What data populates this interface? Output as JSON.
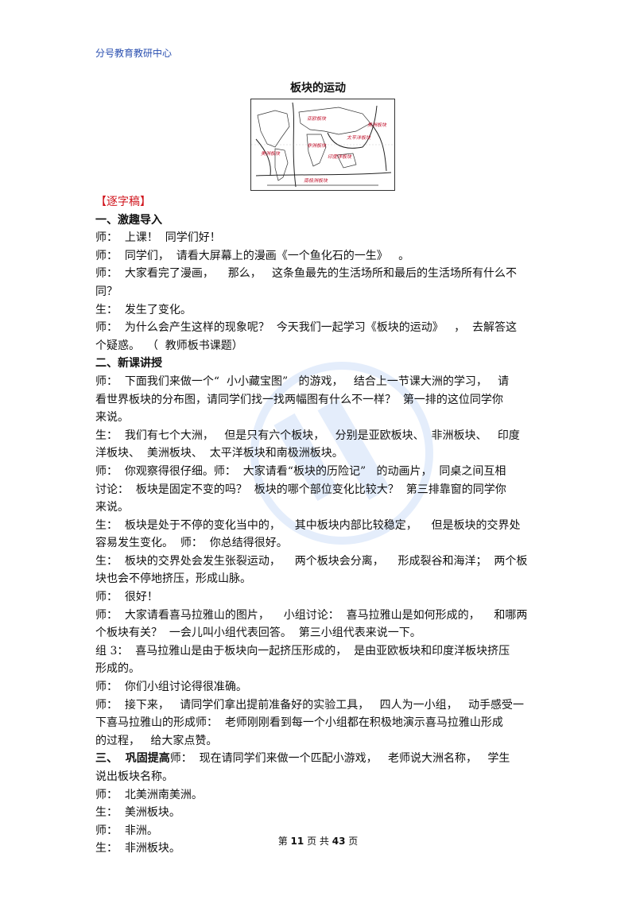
{
  "header": {
    "org": "分号教育教研中心"
  },
  "title": "板块的运动",
  "map": {
    "labels": [
      "亚欧板块",
      "美洲板块",
      "非洲板块",
      "太平洋板块",
      "印度洋板块",
      "南极洲板块",
      "美洲板块"
    ]
  },
  "body": {
    "lines": [
      {
        "parts": [
          {
            "text": "【逐字稿】",
            "style": "section-label"
          }
        ]
      },
      {
        "parts": [
          {
            "text": "一、激趣导入",
            "style": "heading"
          }
        ]
      },
      {
        "parts": [
          {
            "text": "师：  上课！  同学们好！"
          }
        ]
      },
      {
        "parts": [
          {
            "text": "师：  同学们，  请看大屏幕上的漫画《一个鱼化石的一生》   。"
          }
        ]
      },
      {
        "parts": [
          {
            "text": "师：  大家看完了漫画，    那么，   这条鱼最先的生活场所和最后的生活场所有什么不"
          }
        ]
      },
      {
        "parts": [
          {
            "text": "同？"
          }
        ]
      },
      {
        "parts": [
          {
            "text": "生：  发生了变化。"
          }
        ]
      },
      {
        "parts": [
          {
            "text": "师：  为什么会产生这样的现象呢？  今天我们一起学习《板块的运动》   ，  去解答这"
          }
        ]
      },
      {
        "parts": [
          {
            "text": "个疑惑。  （  教师板书课题）"
          }
        ]
      },
      {
        "parts": [
          {
            "text": "二、新课讲授",
            "style": "heading"
          }
        ]
      },
      {
        "parts": [
          {
            "text": "师：  下面我们来做一个“  小小藏宝图”   的游戏，   结合上一节课大洲的学习，   请"
          }
        ]
      },
      {
        "parts": [
          {
            "text": "看世界板块的分布图，请同学们找一找两幅图有什么不一样？  第一排的这位同学你"
          }
        ]
      },
      {
        "parts": [
          {
            "text": "来说。"
          }
        ]
      },
      {
        "parts": [
          {
            "text": "生：  我们有七个大洲，   但是只有六个板块，   分别是亚欧板块、  非洲板块、   印度"
          }
        ]
      },
      {
        "parts": [
          {
            "text": "洋板块、  美洲板块、  太平洋板块和南极洲板块。"
          }
        ]
      },
      {
        "parts": [
          {
            "text": "师：  你观察得很仔细。师：  大家请看“板块的历险记”   的动画片，  同桌之间互相"
          }
        ]
      },
      {
        "parts": [
          {
            "text": "讨论：  板块是固定不变的吗？  板块的哪个部位变化比较大？  第三排靠窗的同学你"
          }
        ]
      },
      {
        "parts": [
          {
            "text": "来说。"
          }
        ]
      },
      {
        "parts": [
          {
            "text": "生：  板块是处于不停的变化当中的，    其中板块内部比较稳定，    但是板块的交界处"
          }
        ]
      },
      {
        "parts": [
          {
            "text": "容易发生变化。  师：  你总结得很好。"
          }
        ]
      },
      {
        "parts": [
          {
            "text": "生：  板块的交界处会发生张裂运动，    两个板块会分离，    形成裂谷和海洋；  两个板"
          }
        ]
      },
      {
        "parts": [
          {
            "text": "块也会不停地挤压，形成山脉。"
          }
        ]
      },
      {
        "parts": [
          {
            "text": "师：  很好！"
          }
        ]
      },
      {
        "parts": [
          {
            "text": "师：  大家请看喜马拉雅山的图片，    小组讨论：  喜马拉雅山是如何形成的，    和哪两"
          }
        ]
      },
      {
        "parts": [
          {
            "text": "个板块有关？  一会儿叫小组代表回答。  第三小组代表来说一下。"
          }
        ]
      },
      {
        "parts": [
          {
            "text": "组 3：  喜马拉雅山是由于板块向一起挤压形成的，  是由亚欧板块和印度洋板块挤压"
          }
        ]
      },
      {
        "parts": [
          {
            "text": "形成的。"
          }
        ]
      },
      {
        "parts": [
          {
            "text": "师：  你们小组讨论得很准确。"
          }
        ]
      },
      {
        "parts": [
          {
            "text": "师：  接下来，   请同学们拿出提前准备好的实验工具，   四人为一小组，   动手感受一"
          }
        ]
      },
      {
        "parts": [
          {
            "text": "下喜马拉雅山的形成师：  老师刚刚看到每一个小组都在积极地演示喜马拉雅山形成"
          }
        ]
      },
      {
        "parts": [
          {
            "text": "的过程，   给大家点赞。"
          }
        ]
      },
      {
        "parts": [
          {
            "text": "三、  巩固提高",
            "style": "bold-run"
          },
          {
            "text": "师：  现在请同学们来做一个匹配小游戏，   老师说大洲名称，   学生"
          }
        ]
      },
      {
        "parts": [
          {
            "text": "说出板块名称。"
          }
        ]
      },
      {
        "parts": [
          {
            "text": "师：  北美洲南美洲。"
          }
        ]
      },
      {
        "parts": [
          {
            "text": "生：  美洲板块。"
          }
        ]
      },
      {
        "parts": [
          {
            "text": "师：  非洲。"
          }
        ]
      },
      {
        "parts": [
          {
            "text": "生：  非洲板块。"
          }
        ]
      }
    ]
  },
  "footer": {
    "prefix": "第",
    "page": "11",
    "middle": "页  共",
    "total": "43",
    "suffix": "页"
  },
  "colors": {
    "header_org": "#2a4fb0",
    "section_label": "#d0141c",
    "watermark": "#4a86e8"
  }
}
